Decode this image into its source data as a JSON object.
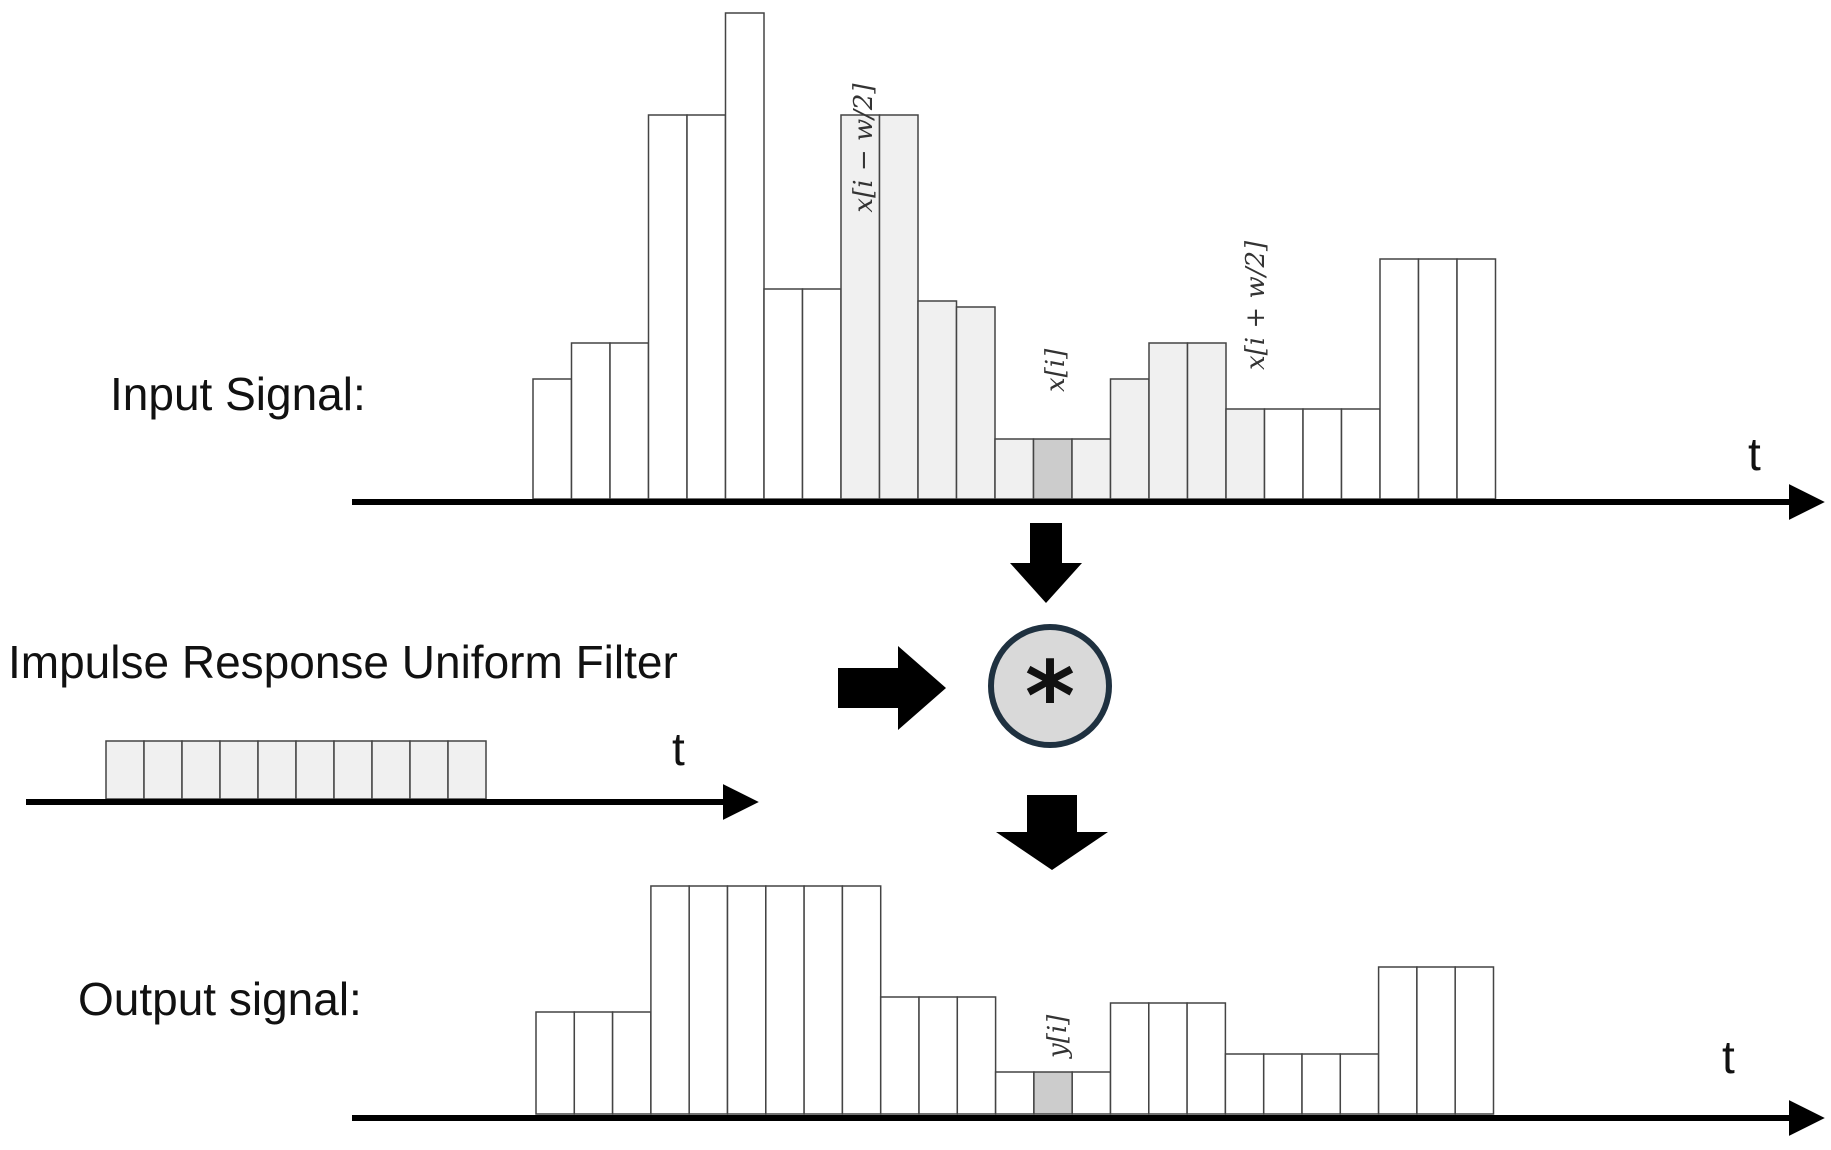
{
  "labels": {
    "input": "Input Signal:",
    "filter": "Impulse Response Uniform Filter",
    "output": "Output signal:",
    "t": "t",
    "conv": "*"
  },
  "annotations": {
    "left_window": "x[i − w/2]",
    "center": "x[i]",
    "right_window": "x[i + w/2]",
    "output_center": "y[i]"
  },
  "colors": {
    "background": "#ffffff",
    "bar_plain": "#ffffff",
    "bar_window": "#f0f0f0",
    "bar_center": "#cccccc",
    "conv_circle": "#d9d9d9",
    "conv_border": "#1f3140",
    "arrow": "#000000"
  },
  "chart_data": [
    {
      "type": "bar",
      "series": [
        {
          "values": [
            2,
            2.6,
            2.6,
            6.4,
            6.4,
            8.1,
            3.5,
            3.5,
            6.4,
            6.4,
            3.3,
            3.2,
            1,
            1,
            1,
            2,
            2.6,
            2.6,
            1.5,
            1.5,
            1.5,
            1.5,
            4,
            4,
            4
          ]
        }
      ],
      "window_start": 8,
      "window_end": 18,
      "center_index": 13
    },
    {
      "type": "bar",
      "series": [
        {
          "values": [
            1,
            1,
            1,
            1,
            1,
            1,
            1,
            1,
            1,
            1
          ]
        }
      ]
    },
    {
      "type": "bar",
      "series": [
        {
          "values": [
            1.7,
            1.7,
            1.7,
            3.8,
            3.8,
            3.8,
            3.8,
            3.8,
            3.8,
            1.95,
            1.95,
            1.95,
            0.7,
            0.7,
            0.7,
            1.85,
            1.85,
            1.85,
            1.0,
            1.0,
            1.0,
            1.0,
            2.45,
            2.45,
            2.45
          ]
        }
      ],
      "center_index": 13
    }
  ]
}
